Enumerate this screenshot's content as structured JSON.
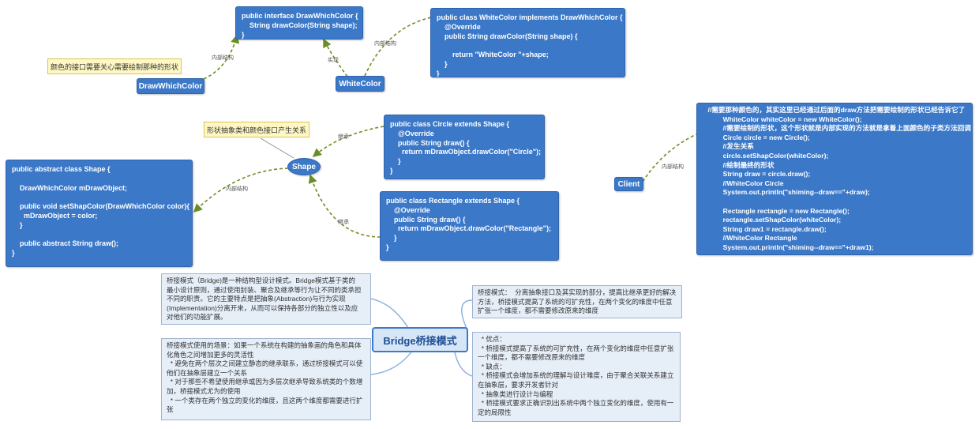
{
  "code_interface": "public interface DrawWhichColor {\n    String drawColor(String shape);\n}",
  "code_whitecolor": "public class WhiteColor implements DrawWhichColor {\n    @Override\n    public String drawColor(String shape) {\n\n        return \"WhiteColor \"+shape;\n    }\n}",
  "node_drawwhichcolor": "DrawWhichColor",
  "node_whitecolor": "WhiteColor",
  "note_color": "颜色的接口需要关心需要绘制那种的形状",
  "note_shape": "形状抽象类和颜色接口产生关系",
  "node_shape": "Shape",
  "node_client": "Client",
  "code_circle": "public class Circle extends Shape {\n    @Override\n    public String draw() {\n      return mDrawObject.drawColor(\"Circle\");\n    }\n}",
  "code_rectangle": "public class Rectangle extends Shape {\n    @Override\n    public String draw() {\n      return mDrawObject.drawColor(\"Rectangle\");\n    }\n}",
  "code_shape": "public abstract class Shape {\n\n    DrawWhichColor mDrawObject;\n\n    public void setShapColor(DrawWhichColor color){\n      mDrawObject = color;\n    }\n\n    public abstract String draw();\n}",
  "code_client": "    //需要那种颜色的，其实这里已经通过后面的draw方法把需要绘制的形状已经告诉它了\n            WhiteColor whiteColor = new WhiteColor();\n            //需要绘制的形状，这个形状就是内部实现的方法就是拿着上面颜色的子类方法回调\n            Circle circle = new Circle();\n            //发生关系\n            circle.setShapColor(whiteColor);\n            //绘制最终的形状\n            String draw = circle.draw();\n            //WhiteColor Circle\n            System.out.println(\"shiming--draw==\"+draw);\n\n            Rectangle rectangle = new Rectangle();\n            rectangle.setShapColor(whiteColor);\n            String draw1 = rectangle.draw();\n            //WhiteColor Rectangle\n            System.out.println(\"shiming--draw==\"+draw1);",
  "edge_labels": {
    "inner_1": "内部结构",
    "implement": "实现",
    "inner_2": "内部结构",
    "inherit_1": "继承",
    "inner_3": "内部结构",
    "inherit_2": "继承",
    "inner_4": "内部结构"
  },
  "central_topic": "Bridge桥接模式",
  "mm_definition": "桥接模式（Bridge)是一种结构型设计模式。Bridge模式基于类的\n最小设计原则，通过使用封装、聚合及继承等行为让不同的类承担\n不同的职责。它的主要特点是把抽象(Abstraction)与行为实现\n(Implementation)分离开来，从而可以保持各部分的独立性以及应\n对他们的功能扩展。",
  "mm_scenario": "桥接模式使用的场景：如果一个系统在构建的抽象画的角色和具体\n化角色之间增加更多的灵活性\n  * 避免在两个层次之间建立静态的继承联系，通过桥接模式可以使\n他们在抽象层建立一个关系\n  * 对于那些不希望使用继承或因为多层次继承导致系统类的个数增\n加，桥接模式尤为的使用\n  * 一个类存在两个独立的变化的维度，且这两个维度都需要进行扩\n张",
  "mm_summary": "桥接模式：  分离抽象接口及其实现的部分，提高比继承更好的解决\n方法，桥接模式提高了系统的可扩充性，在两个变化的维度中任意\n扩张一个维度，都不需要修改原来的维度",
  "mm_proscons": "  * 优点：\n  * 桥接模式提高了系统的可扩充性，在两个变化的维度中任意扩张\n一个维度，都不需要修改原来的维度\n  * 缺点：\n  * 桥接模式会增加系统的理解与设计难度，由于聚合关联关系建立\n在抽象层，要求开发者针对\n  * 抽象类进行设计与编程\n  * 桥接模式要求正确识别出系统中两个独立变化的维度，使用有一\n定的局限性",
  "colors": {
    "node_blue": "#3b78c8",
    "edge_green": "#6b8e23",
    "mm_line": "#8fb3dd",
    "note_yellow": "#fff8c4"
  }
}
